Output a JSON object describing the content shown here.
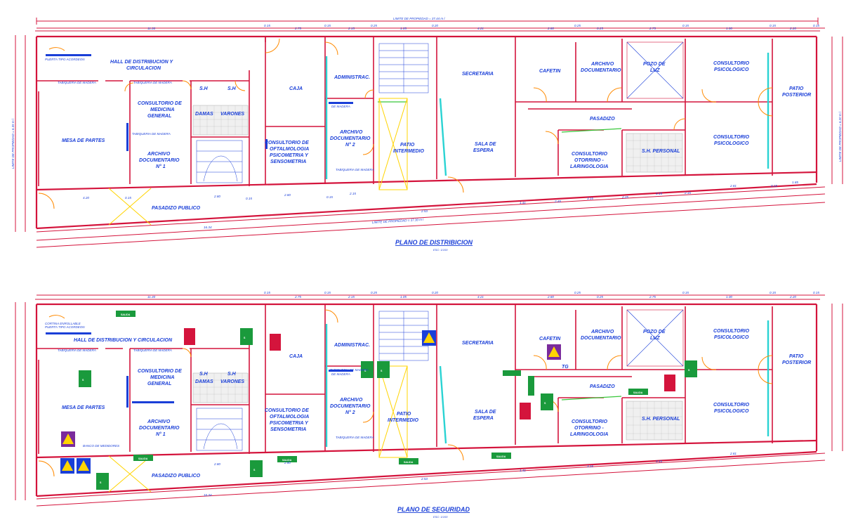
{
  "plans": [
    {
      "title": "PLANO DE DISTRIBICION",
      "scale": "ESC: 1/100",
      "property_limit_top": "LIMITE DE PROPIEDAD = 37.44 m l",
      "property_limit_bottom": "LIMITE DE PROPIEDAD = 37.30 m l",
      "property_limit_left": "LIMITE DE PROPIEDAD = 6.35 m l",
      "property_limit_right": "LIMITE DE PROPIEDAD = 6.20 m l"
    },
    {
      "title": "PLANO DE SEGURIDAD",
      "scale": "ESC: 1/100"
    }
  ],
  "rooms": {
    "hall": "HALL DE DISTRIBUCION Y CIRCULACION",
    "hall_l1": "HALL DE DISTRIBUCION Y",
    "hall_l2": "CIRCULACION",
    "puerta": "PUERTA TIPO ACORDEON",
    "cortina": "CORTINA ENROLLABLE",
    "tab1": "TABIQUERIA DE MADERA",
    "tab2": "TABIQUERIA DE MADERA",
    "tab3": "TABIQUERIA DE MADERA",
    "tab4": "TABIQUERIA DE MADERA",
    "medicina_l1": "CONSULTORIO DE",
    "medicina_l2": "MEDICINA",
    "medicina_l3": "GENERAL",
    "mesa": "MESA DE PARTES",
    "archivo1_l1": "ARCHIVO",
    "archivo1_l2": "DOCUMENTARIO",
    "archivo1_l3": "N° 1",
    "sh": "S.H",
    "damas": "DAMAS",
    "varones": "VARONES",
    "caja": "CAJA",
    "oftal_l1": "CONSULTORIO DE",
    "oftal_l2": "OFTALMOLOGIA",
    "oftal_l3": "PSICOMETRIA Y",
    "oftal_l4": "SENSOMETRIA",
    "admin": "ADMINISTRAC.",
    "demadera": "DE MADERA",
    "archivo2_l1": "ARCHIVO",
    "archivo2_l2": "DOCUMENTARIO",
    "archivo2_l3": "N° 2",
    "patio_l1": "PATIO",
    "patio_l2": "INTERMEDIO",
    "secretaria": "SECRETARIA",
    "sala_l1": "SALA DE",
    "sala_l2": "ESPERA",
    "cafetin": "CAFETIN",
    "archdoc_l1": "ARCHIVO",
    "archdoc_l2": "DOCUMENTARIO",
    "pozo_l1": "POZO DE",
    "pozo_l2": "LUZ",
    "pasadizo": "PASADIZO",
    "otorrino_l1": "CONSULTORIO",
    "otorrino_l2": "OTORRINO -",
    "otorrino_l3": "LARINGOLOGIA",
    "shpersonal": "S.H. PERSONAL",
    "psico_l1": "CONSULTORIO",
    "psico_l2": "PSICOLOGICO",
    "patiopost_l1": "PATIO",
    "patiopost_l2": "POSTERIOR",
    "pasadizo_publico": "PASADIZO PUBLICO",
    "banco": "BANCO DE MEDIDORES",
    "tg": "TG"
  },
  "signs": {
    "exit_label": "SALIDA",
    "safe_label": "S"
  },
  "dims_top": [
    "11.30",
    "0.15",
    "2.75",
    "0.15",
    "2.15",
    "0.25",
    "1.05",
    "0.20",
    "4.21",
    "2.80",
    "0.25",
    "0.25",
    "2.75",
    "0.15",
    "1.00",
    "0.15",
    "2.20",
    "0.15"
  ],
  "dims_bottom": [
    "4.20",
    "0.15",
    "2.80",
    "0.15",
    "2.80",
    "0.15",
    "2.15",
    "2.53",
    "1.41",
    "2.45",
    "3.15",
    "2.25",
    "3.15",
    "2.15",
    "2.81",
    "0.15",
    "1.85"
  ],
  "dims_total": [
    "16.34",
    "37.30"
  ],
  "colors": {
    "wall": "#d4143c",
    "text": "#1a3fd8",
    "window": "#2ad3d3",
    "stair": "#ffd400",
    "exit_sign": "#1a9a3c",
    "warning": "#ffd400",
    "extinguisher": "#d4143c"
  }
}
